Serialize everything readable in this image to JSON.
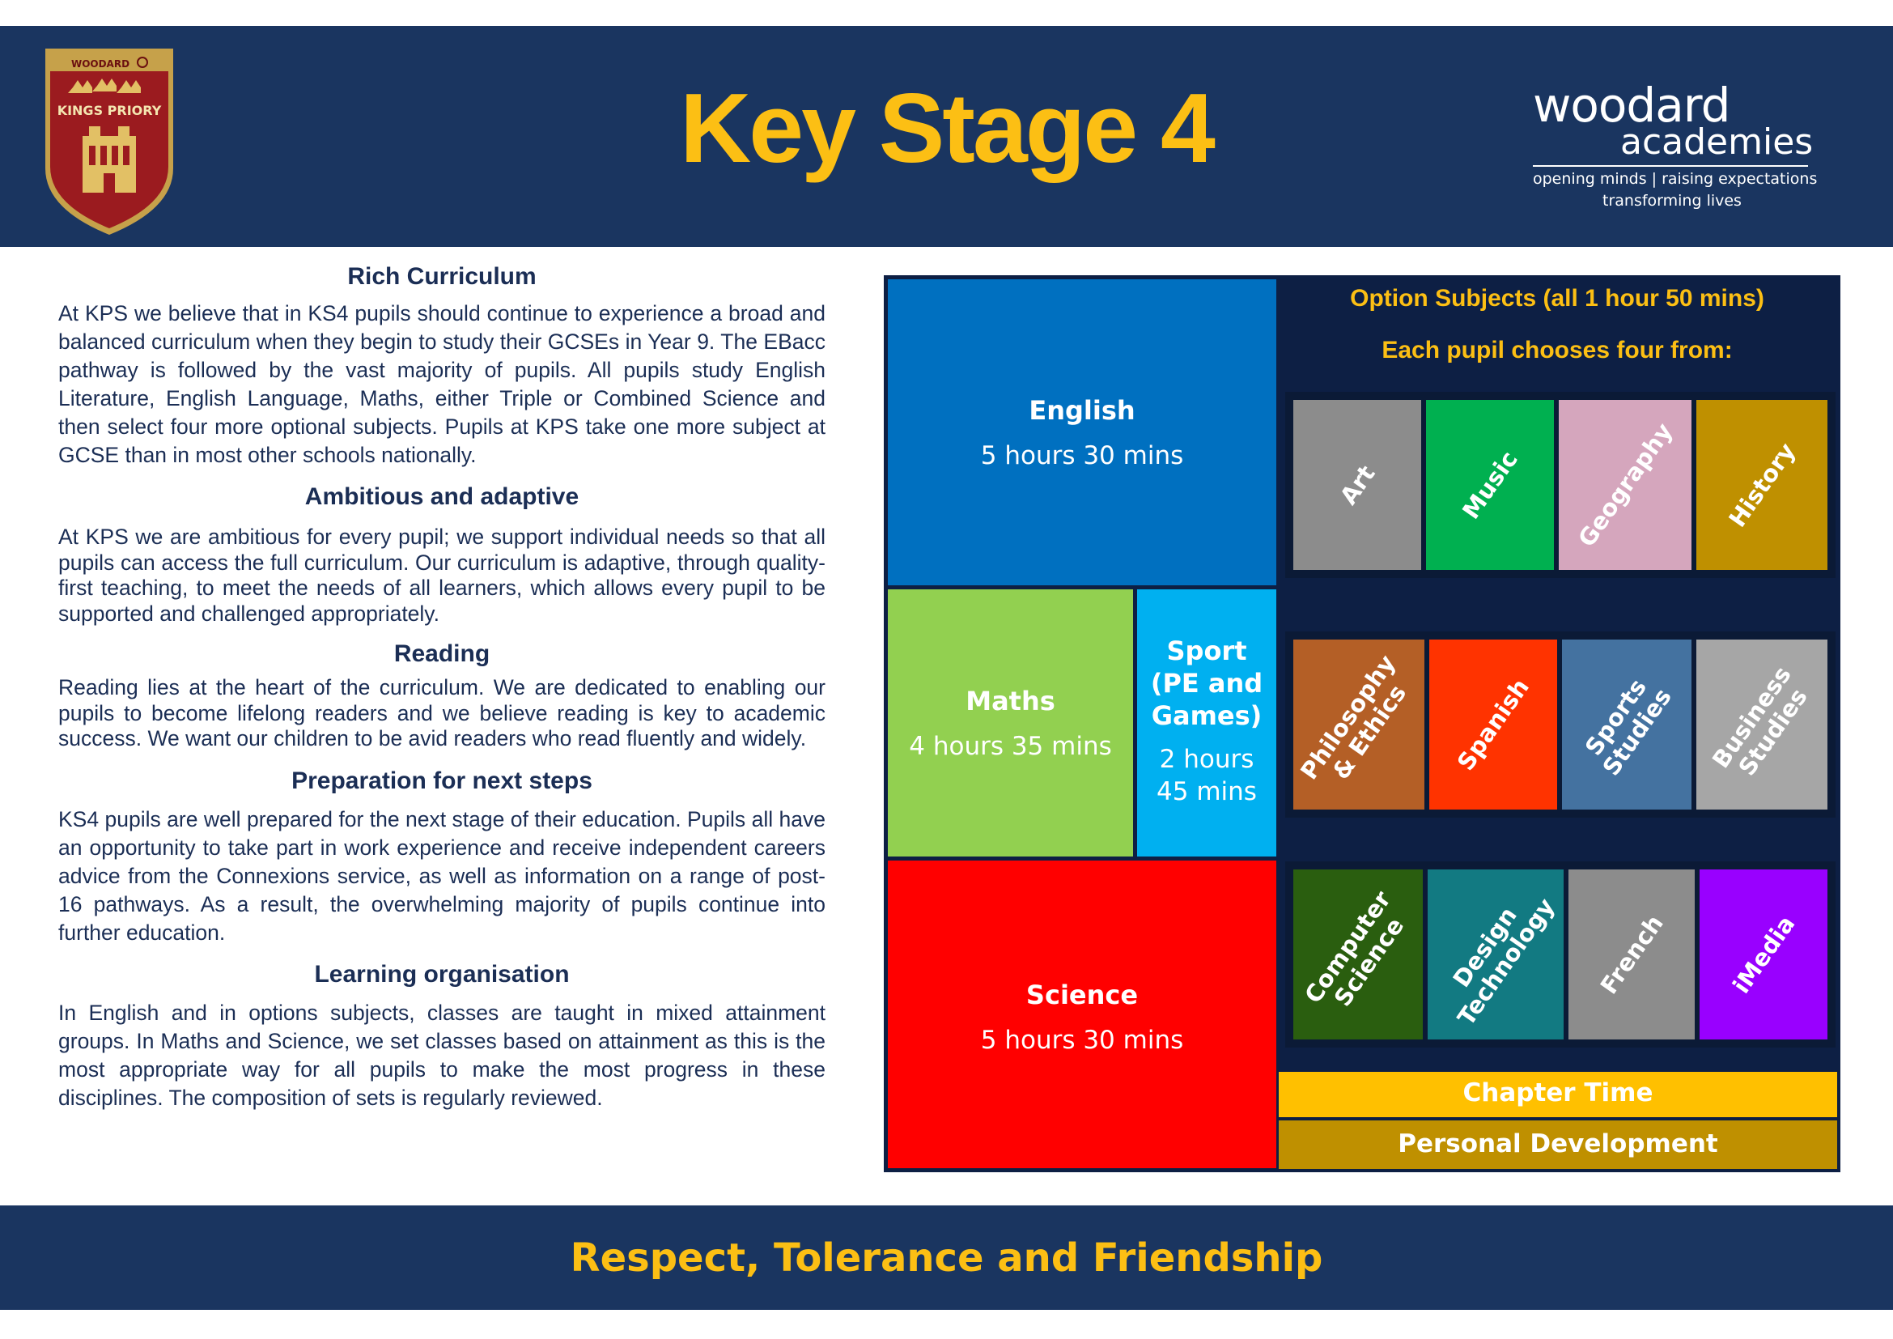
{
  "header": {
    "title": "Key Stage 4",
    "crest": {
      "top_text": "WOODARD",
      "name": "KINGS PRIORY"
    },
    "logo": {
      "word": "woodard",
      "sub": "academies",
      "tagline_1": "opening minds | raising expectations",
      "tagline_2": "transforming lives"
    }
  },
  "sections": [
    {
      "heading": "Rich Curriculum",
      "body": "At KPS we believe that in KS4 pupils should continue to experience a broad and balanced curriculum when they begin to study their GCSEs in Year 9. The EBacc pathway is followed by the vast majority of pupils. All pupils study English Literature, English Language, Maths, either Triple or Combined Science and then select four more optional subjects. Pupils at KPS take one more subject at GCSE than in most other schools nationally."
    },
    {
      "heading": "Ambitious and adaptive",
      "body": "At KPS we are ambitious for every pupil; we support individual needs so that all pupils can access the full curriculum.  Our curriculum is adaptive, through quality-first teaching, to meet the needs of all learners, which allows every pupil to be supported and challenged appropriately."
    },
    {
      "heading": "Reading",
      "body": "Reading lies at the heart of the curriculum. We are dedicated to enabling our pupils to become lifelong readers and we believe reading is key to academic success. We want our children to be avid readers who read fluently and widely."
    },
    {
      "heading": "Preparation for next steps",
      "body": "KS4 pupils are well prepared for the next stage of their education. Pupils all have an opportunity to take part in work experience and receive independent careers advice from the Connexions service, as well as information on a range of post-16 pathways. As a result, the overwhelming majority of pupils continue into further education."
    },
    {
      "heading": "Learning organisation",
      "body": "In English and in options subjects, classes are taught in mixed attainment groups. In Maths and Science, we set classes based on attainment as this is the most appropriate way for all pupils to make the most progress in these disciplines. The composition of sets is regularly reviewed."
    }
  ],
  "core": {
    "english": {
      "name": "English",
      "hours": "5 hours 30 mins",
      "color": "#0070c0"
    },
    "maths": {
      "name": "Maths",
      "hours": "4 hours 35 mins",
      "color": "#92d050"
    },
    "sport": {
      "name_1": "Sport",
      "name_2": "(PE and",
      "name_3": "Games)",
      "hours_1": "2 hours",
      "hours_2": "45 mins",
      "color": "#00b0f0"
    },
    "science": {
      "name": "Science",
      "hours": "5 hours 30 mins",
      "color": "#ff0000"
    }
  },
  "options": {
    "header": "Option Subjects  (all 1 hour 50 mins)",
    "subheader": "Each pupil chooses four from:",
    "row1": [
      {
        "label": "Art",
        "color": "#8c8c8c"
      },
      {
        "label": "Music",
        "color": "#00b050"
      },
      {
        "label": "Geography",
        "color": "#d5a6bd"
      },
      {
        "label": "History",
        "color": "#bf9000"
      }
    ],
    "row2": [
      {
        "label_1": "Philosophy",
        "label_2": "& Ethics",
        "color": "#b45f26"
      },
      {
        "label_1": "Spanish",
        "label_2": "",
        "color": "#ff3300"
      },
      {
        "label_1": "Sports",
        "label_2": "Studies",
        "color": "#4472a0"
      },
      {
        "label_1": "Business",
        "label_2": "Studies",
        "color": "#a6a6a6"
      }
    ],
    "row3": [
      {
        "label_1": "Computer",
        "label_2": "Science",
        "color": "#2a5e0f"
      },
      {
        "label_1": "Design",
        "label_2": "Technology",
        "color": "#127a82"
      },
      {
        "label_1": "French",
        "label_2": "",
        "color": "#8c8c8c"
      },
      {
        "label_1": "iMedia",
        "label_2": "",
        "color": "#9900ff"
      }
    ]
  },
  "bars": {
    "chapter_time": "Chapter Time",
    "personal_development": "Personal Development"
  },
  "footer": {
    "motto": "Respect, Tolerance and Friendship"
  }
}
